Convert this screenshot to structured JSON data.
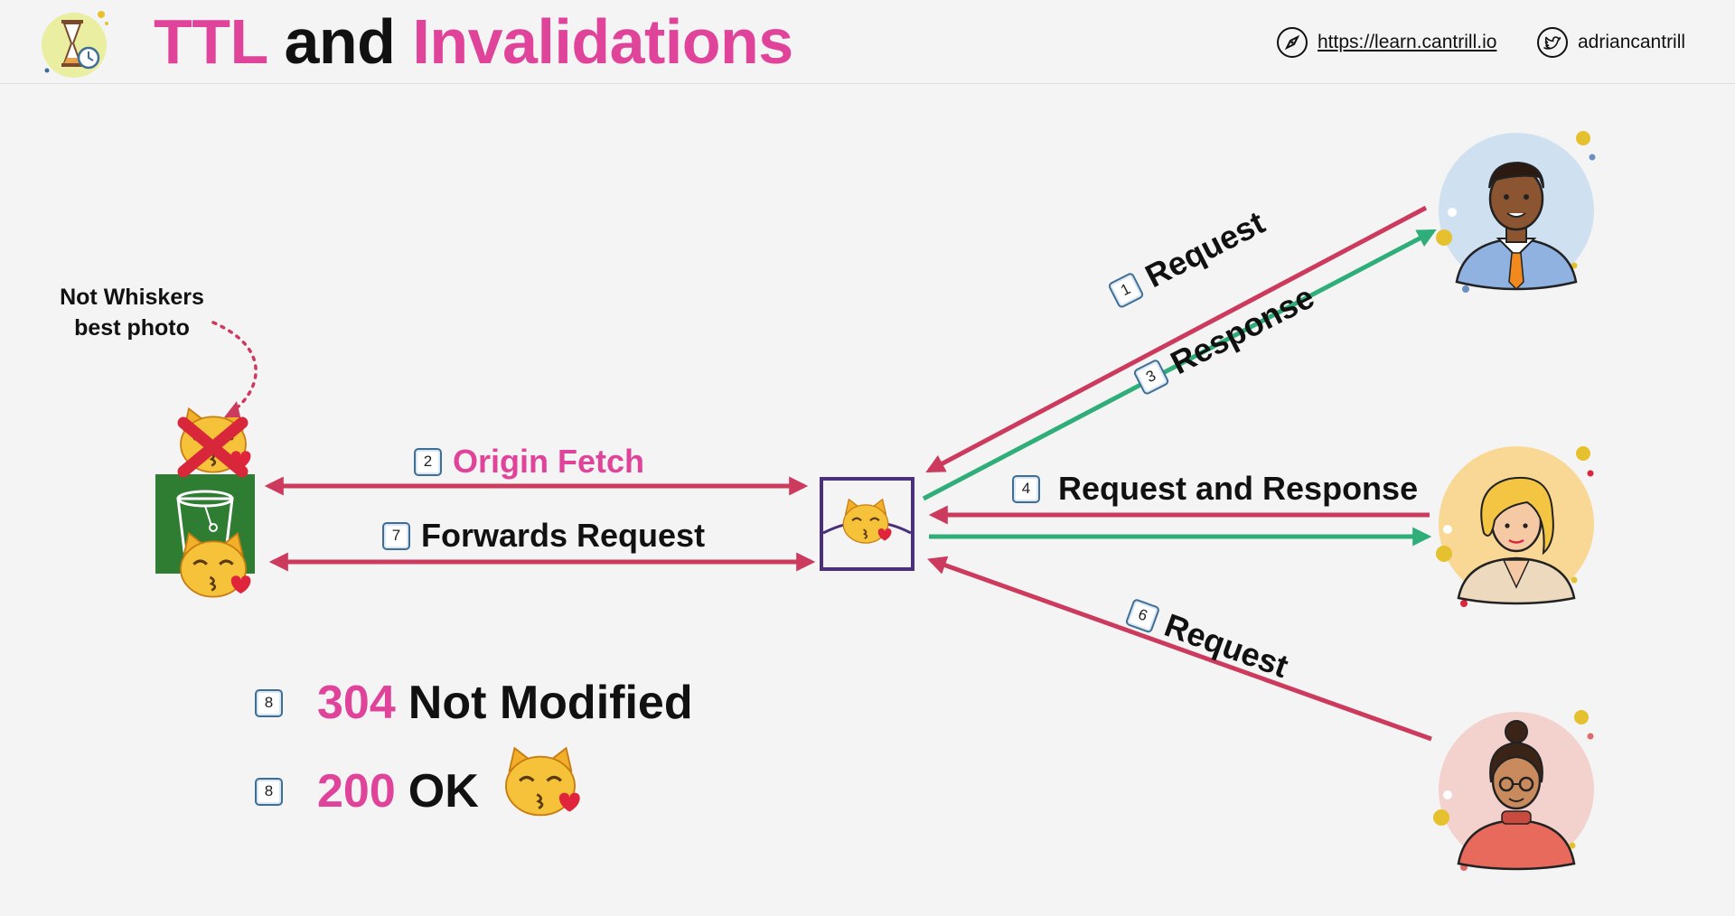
{
  "header": {
    "title_part1": "TTL",
    "title_part2": "and",
    "title_part3": "Invalidations",
    "website": "https://learn.cantrill.io",
    "twitter": "adriancantrill",
    "icons": [
      "hourglass-clock-logo",
      "compass-icon",
      "twitter-icon"
    ]
  },
  "note": {
    "line1": "Not Whiskers",
    "line2": "best photo"
  },
  "flows": {
    "origin_fetch": {
      "step": "2",
      "label": "Origin Fetch"
    },
    "forwards_request": {
      "step": "7",
      "label": "Forwards Request"
    },
    "request_1": {
      "step": "1",
      "label": "Request"
    },
    "response_3": {
      "step": "3",
      "label": "Response"
    },
    "request_response_4": {
      "step": "4",
      "label": "Request and Response"
    },
    "request_6": {
      "step": "6",
      "label": "Request"
    }
  },
  "statuses": [
    {
      "step": "8",
      "code": "304",
      "text": "Not Modified"
    },
    {
      "step": "8",
      "code": "200",
      "text": "OK"
    }
  ],
  "colors": {
    "request_arrow": "#cc3a5e",
    "response_arrow": "#2fae79",
    "accent_pink": "#e0449a",
    "edge_box": "#4a2f7a",
    "s3_green": "#2f7d32"
  }
}
